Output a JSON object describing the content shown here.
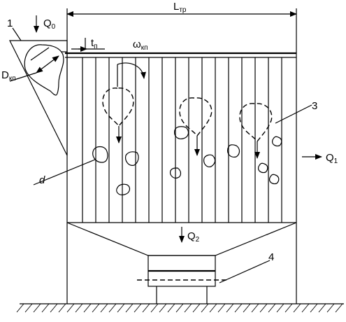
{
  "labels": {
    "q0": "Q",
    "q0_sub": "0",
    "l_tr": "L",
    "l_tr_sub": "тр",
    "t_p": "t",
    "t_p_sub": "п",
    "omega": "ω",
    "omega_sub": "кп",
    "d_kp": "D",
    "d_kp_sub": "кп",
    "d": "d",
    "q1": "Q",
    "q1_sub": "1",
    "q2": "Q",
    "q2_sub": "2",
    "num_1": "1",
    "num_3": "3",
    "num_4": "4"
  }
}
